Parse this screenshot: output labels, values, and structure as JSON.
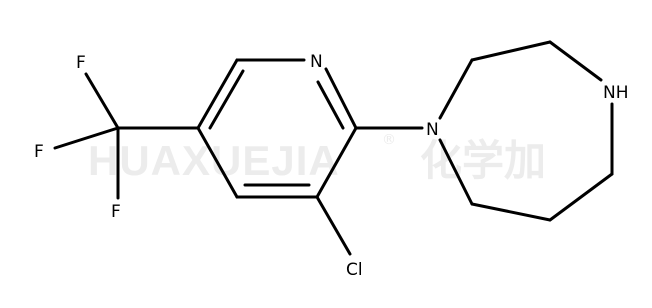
{
  "watermark": {
    "latin": "HUAXUEJIA",
    "registered": "®",
    "chinese": "化学加"
  },
  "atoms": {
    "fluorine_top": "F",
    "fluorine_left": "F",
    "fluorine_bottom": "F",
    "pyridine_nitrogen": "N",
    "diazepane_nitrogen": "N",
    "diazepane_nh": "NH",
    "chlorine": "Cl"
  }
}
